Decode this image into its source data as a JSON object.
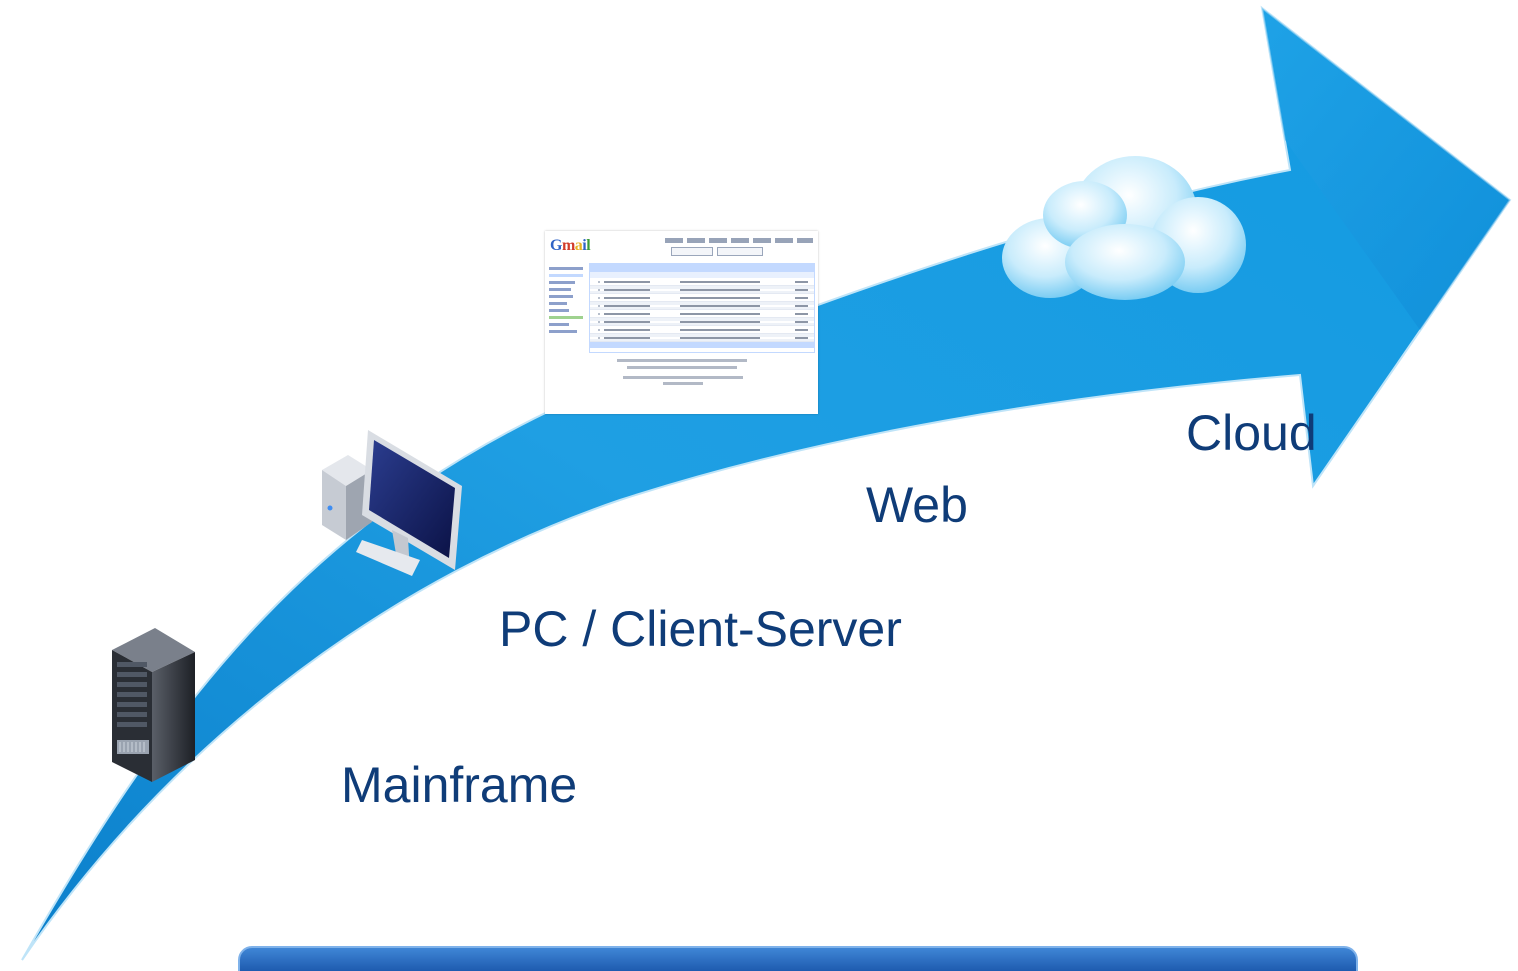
{
  "eras": {
    "mainframe": "Mainframe",
    "pc": "PC / Client-Server",
    "web": "Web",
    "cloud": "Cloud"
  },
  "icons": {
    "mainframe": "server-rack-icon",
    "pc": "desktop-computer-icon",
    "web": "webmail-screenshot",
    "cloud": "cloud-icon"
  },
  "gmail": {
    "logo": [
      "G",
      "m",
      "a",
      "i",
      "l"
    ]
  },
  "colors": {
    "arrow": "#1e9be0",
    "arrow_dark": "#0a78c4",
    "label_text": "#0f3c78",
    "banner": "#1f5cb0"
  }
}
